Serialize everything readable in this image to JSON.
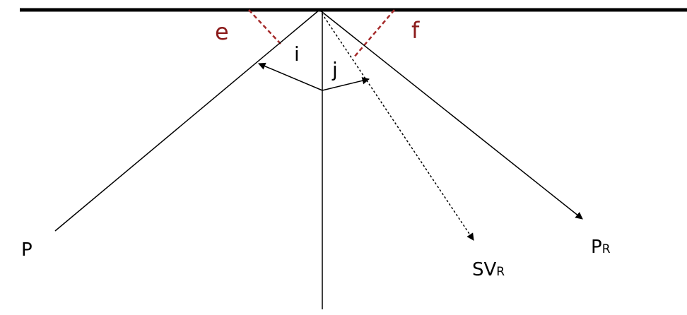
{
  "labels": {
    "e": "e",
    "f": "f",
    "i": "i",
    "j": "j",
    "p": "P",
    "sv_base": "SV",
    "sv_sub": "R",
    "pr_base": "P",
    "pr_sub": "R"
  },
  "colors": {
    "line": "#000000",
    "dashed_normal": "#a52a2a",
    "label_accent": "#8b1a1a"
  }
}
